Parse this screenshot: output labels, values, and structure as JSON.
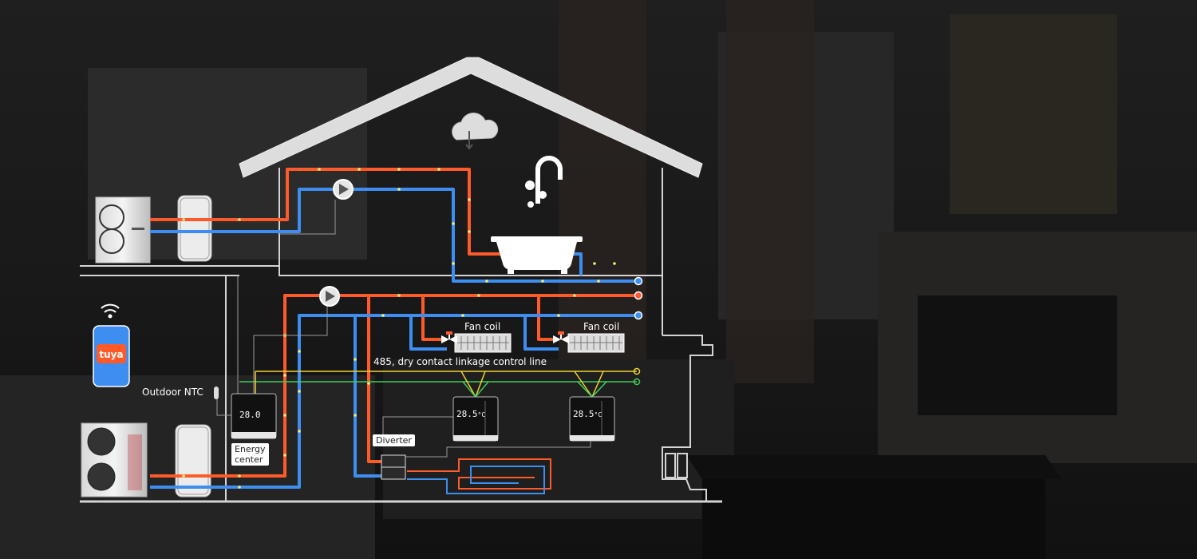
{
  "labels": {
    "fan_coil_1": "Fan coil",
    "fan_coil_2": "Fan coil",
    "control_line": "485, dry contact linkage control line",
    "outdoor_ntc": "Outdoor NTC",
    "energy_center": "Energy\ncenter",
    "diverter": "Diverter"
  },
  "app": {
    "brand": "tuya"
  },
  "thermostats": [
    {
      "temperature": "28.5",
      "unit": "°C"
    },
    {
      "temperature": "28.5",
      "unit": "°C"
    }
  ],
  "energy_center_display": {
    "temperature": "28.0"
  },
  "colors": {
    "hot_pipe": "#ff5a2a",
    "cold_pipe": "#3d8ef0",
    "control_yellow": "#f2d230",
    "control_green": "#3dcf5a",
    "structure": "#d9d9d9",
    "tuya_brand": "#ff5a28"
  },
  "icons": [
    "cloud-sync-icon",
    "wifi-icon",
    "pump-icon",
    "bathtub-icon",
    "valve-icon"
  ]
}
